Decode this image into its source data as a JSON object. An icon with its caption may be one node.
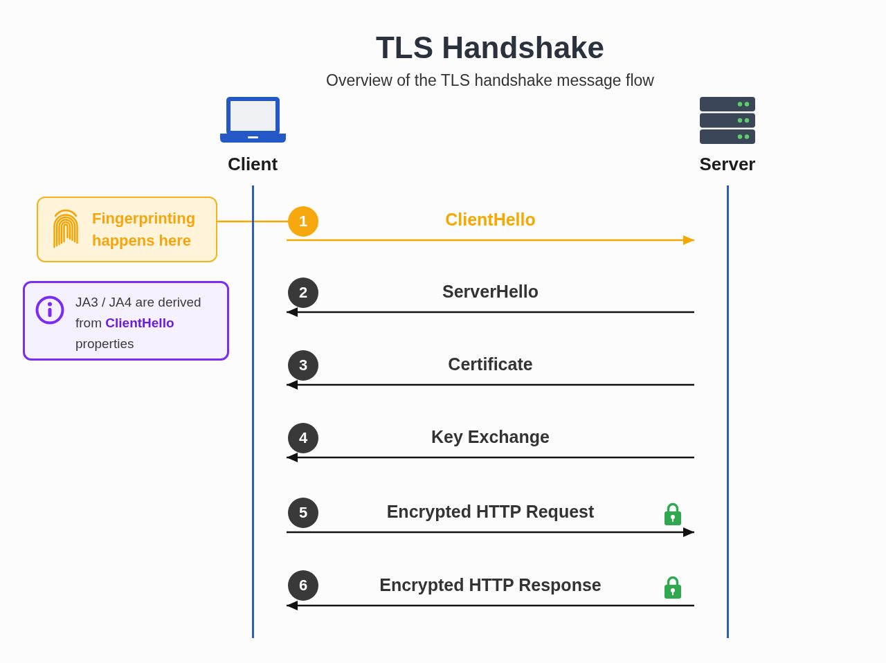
{
  "diagram": {
    "title": "TLS Handshake",
    "nodes": [
      {
        "text": [
          "Client"
        ]
      },
      {
        "text": [
          "Server"
        ]
      },
      {
        "text": [
          "Fingerprinting happens here"
        ]
      },
      {
        "text": [
          "JA3 / JA4 are derived from **ClientHello** properties"
        ]
      },
      {
        "text": [
          "1"
        ]
      },
      {
        "text": [
          "2"
        ]
      },
      {
        "text": [
          "3"
        ]
      },
      {
        "text": [
          "4"
        ]
      },
      {
        "text": [
          "5"
        ]
      },
      {
        "text": [
          "6"
        ]
      }
    ],
    "edges": [
      {
        "from": 0,
        "to": 1,
        "arrow": "to",
        "label": "ClientHello",
        "color": "#f5a800"
      },
      {
        "from": 1,
        "to": 0,
        "arrow": "to",
        "label": "ServerHello"
      },
      {
        "from": 1,
        "to": 0,
        "arrow": "to",
        "label": "Certificate"
      },
      {
        "from": 1,
        "to": 0,
        "arrow": "to",
        "label": "Key Exchange"
      },
      {
        "from": 0,
        "to": 1,
        "arrow": "to",
        "label": "Encrypted HTTP Request"
      },
      {
        "from": 1,
        "to": 0,
        "arrow": "to",
        "label": "Encrypted HTTP Response"
      },
      {
        "from": 2,
        "to": 4,
        "arrow": "none",
        "color": "#f5a800"
      }
    ],
    "labels": [
      "Overview of the TLS handshake message flow"
    ]
  }
}
